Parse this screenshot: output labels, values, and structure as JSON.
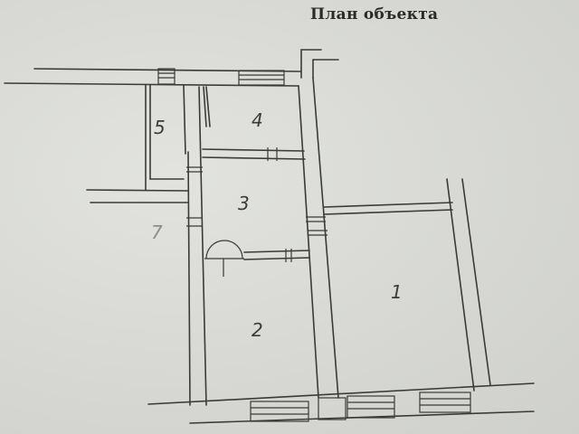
{
  "document": {
    "title": "План объекта",
    "rooms": [
      {
        "id": "1",
        "label": "1"
      },
      {
        "id": "2",
        "label": "2"
      },
      {
        "id": "3",
        "label": "3"
      },
      {
        "id": "4",
        "label": "4"
      },
      {
        "id": "5",
        "label": "5"
      },
      {
        "id": "7",
        "label": "7"
      }
    ]
  }
}
